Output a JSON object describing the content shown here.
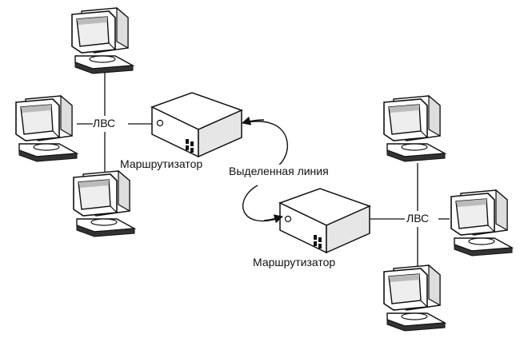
{
  "diagram": {
    "lan_left_label": "ЛВС",
    "lan_right_label": "ЛВС",
    "router_left_label": "Маршрутизатор",
    "router_right_label": "Маршрутизатор",
    "dedicated_line_label": "Выделенная линия"
  },
  "colors": {
    "ink": "#111111",
    "paper": "#ffffff",
    "shade": "#555555"
  }
}
